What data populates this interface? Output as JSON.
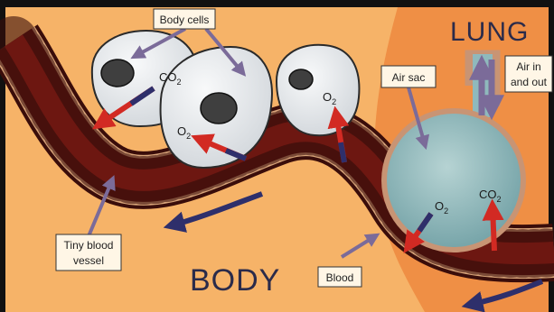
{
  "labels": {
    "lung": "LUNG",
    "body": "BODY",
    "body_cells": "Body cells",
    "air_sac": "Air sac",
    "air_in_line1": "Air in",
    "air_in_line2": "and out",
    "tiny_vessel_line1": "Tiny blood",
    "tiny_vessel_line2": "vessel",
    "blood": "Blood"
  },
  "gases": {
    "cell_co2": "CO",
    "cell_o2_a": "O",
    "cell_o2_b": "O",
    "sac_o2": "O",
    "sac_co2": "CO",
    "subscript": "2"
  },
  "colors": {
    "background": "#f6b368",
    "lung_region": "#ef8f45",
    "vessel_dark": "#5a1410",
    "vessel_red": "#b9271c",
    "cell_fill": "#e9ecef",
    "nucleus": "#3f3f3f",
    "air_sac": "#8fb9bc",
    "arrow_red": "#d22a23",
    "arrow_navy": "#2e2f6b",
    "pointer": "#7b6b99",
    "label_box": "#fff6e6"
  }
}
